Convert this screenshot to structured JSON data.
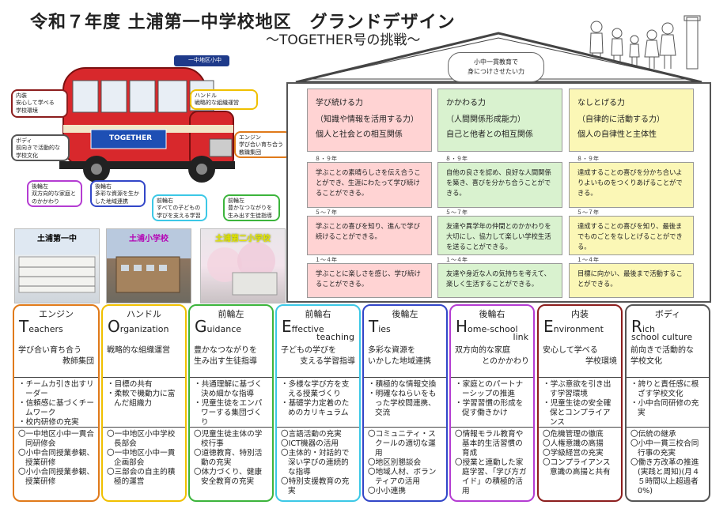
{
  "header": {
    "title": "令和７年度 土浦第一中学校地区　グランドデザイン",
    "subtitle": "～TOGETHER号の挑戦～"
  },
  "bus": {
    "sign": "一中地区小中",
    "side_text": "TOGETHER",
    "callouts": {
      "body": [
        "内装",
        "安心して学べる",
        "学校環境"
      ],
      "handle": [
        "ハンドル",
        "戦略的な組織運営"
      ],
      "boddy": [
        "ボディ",
        "前向きで活動的な",
        "学校文化"
      ],
      "engine": [
        "エンジン",
        "学び合い育ち合う",
        "教職集団"
      ],
      "rear_left": [
        "後輪左",
        "双方向的な家庭と",
        "のかかわり"
      ],
      "rear_right": [
        "後輪右",
        "多彩な資源を生か",
        "した地域連携"
      ],
      "front_right": [
        "前輪右",
        "すべての子どもの",
        "学びを支える学習"
      ],
      "front_left": [
        "前輪左",
        "豊かなつながりを",
        "生み出す生徒指導"
      ]
    }
  },
  "photos": [
    {
      "caption": "土浦第一中",
      "color": "#000000"
    },
    {
      "caption": "土浦小学校",
      "color": "#b400b4"
    },
    {
      "caption": "土浦第二小学校",
      "color": "#e6e600"
    }
  ],
  "house": {
    "roof_label_line1": "小中一貫教育で",
    "roof_label_line2": "身につけさせたい力",
    "capabilities": [
      {
        "title": "学び続ける力",
        "sub": "（知識や情報を活用する力）",
        "desc": "個人と社会との相互関係",
        "color": "#ffd3d3"
      },
      {
        "title": "かかわる力",
        "sub": "（人間関係形成能力）",
        "desc": "自己と他者との相互関係",
        "color": "#d9f2cf"
      },
      {
        "title": "なしとげる力",
        "sub": "（自律的に活動する力）",
        "desc": "個人の自律性と主体性",
        "color": "#fbf7b6"
      }
    ],
    "grade_labels": [
      "８・９年",
      "５～７年",
      "１～４年"
    ],
    "goals": [
      [
        "学ぶことの素晴らしさを伝え合うことができ、生涯にわたって学び続けることができる。",
        "自他の良さを認め、良好な人間関係を築き、喜びを分かち合うことができる。",
        "達成することの喜びを分かち合いよりよいものをつくりあげることができる。"
      ],
      [
        "学ぶことの喜びを知り、進んで学び続けることができる。",
        "友達や異学年の仲間とのかかわりを大切にし、協力して楽しい学校生活を送ることができる。",
        "達成することの喜びを知り、最後までものごとをなしとげることができる。"
      ],
      [
        "学ぶことに楽しさを感じ、学び続けることができる。",
        "友達や身近な人の気持ちを考えて、楽しく生活することができる。",
        "目標に向かい、最後まで活動することができる。"
      ]
    ]
  },
  "columns": [
    {
      "jp": "エンジン",
      "letter": "T",
      "rest": "eachers",
      "color": "#e07a1a",
      "role1": "学び合い育ち合う",
      "role2": "教師集団",
      "bullets": [
        "・チームカ引き出すリーダー",
        "・信頼感に基づくチームワーク",
        "・校内研修の充実"
      ],
      "subs": [
        "〇一中地区小中一貫合同研修会",
        "〇小中合同授業参観、授業研修",
        "〇小小合同授業参観、授業研修"
      ]
    },
    {
      "jp": "ハンドル",
      "letter": "O",
      "rest": "rganization",
      "color": "#f0c000",
      "role1": "戦略的な組織運営",
      "role2": "",
      "bullets": [
        "・目標の共有",
        "・柔軟で機動力に富んだ組織力"
      ],
      "subs": [
        "〇一中地区小中学校長部会",
        "〇一中地区小中一貫企画部会",
        "〇三部会の自主的積極的運営"
      ]
    },
    {
      "jp": "前輪左",
      "letter": "G",
      "rest": "uidance",
      "color": "#3cb43c",
      "role1": "豊かなつながりを",
      "role2": "生み出す生徒指導",
      "bullets": [
        "・共通理解に基づく決め細かな指導",
        "・児童生徒をエンパワーする集団づくり"
      ],
      "subs": [
        "〇児童生徒主体の学校行事",
        "〇道徳教育、特別活動の充実",
        "〇体力づくり、健康安全教育の充実"
      ]
    },
    {
      "jp": "前輪右",
      "letter": "E",
      "rest": "ffective",
      "rest2": "teaching",
      "color": "#3cc8e6",
      "role1": "子どもの学びを",
      "role2": "支える学習指導",
      "bullets": [
        "・多様な学び方を支える授業づくり",
        "・基礎学力定着のためのカリキュラム"
      ],
      "subs": [
        "〇言語活動の充実",
        "〇ICT機器の活用",
        "〇主体的・対話的で深い学びの連続的な指導",
        "〇特別支援教育の充実"
      ]
    },
    {
      "jp": "後輪左",
      "letter": "T",
      "rest": "ies",
      "color": "#3246c8",
      "role1": "多彩な資源を",
      "role2": "いかした地域連携",
      "bullets": [
        "・積極的な情報交換",
        "・明確なねらいをもった学校間連携、交流"
      ],
      "subs": [
        "〇コミュニティ・スクールの適切な運用",
        "〇地区別懇談会",
        "〇地域人材、ボランティアの活用",
        "〇小小連携"
      ]
    },
    {
      "jp": "後輪右",
      "letter": "H",
      "rest": "ome-school",
      "rest2": "link",
      "color": "#b43cd2",
      "role1": "双方向的な家庭",
      "role2": "とのかかわり",
      "bullets": [
        "・家庭とのパートナーシップの推進",
        "・学習習慣の形成を促す働きかけ"
      ],
      "subs": [
        "〇情報モラル教育や基本的生活習慣の育成",
        "〇授業と連動した家庭学習、「学び方ガイド」の積極的活用"
      ]
    },
    {
      "jp": "内装",
      "letter": "E",
      "rest": "nvironment",
      "color": "#8c1e1e",
      "role1": "安心して学べる",
      "role2": "学校環境",
      "bullets": [
        "・学ぶ意欲を引き出す学習環境",
        "・児童生徒の安全確保とコンプライアンス"
      ],
      "subs": [
        "〇危機管理の徹底",
        "〇人権意識の高揚",
        "〇学級経営の充実",
        "〇コンプライアンス意識の高揚と共有"
      ]
    },
    {
      "jp": "ボディ",
      "letter": "R",
      "rest": "ich",
      "rest2": "school culture",
      "color": "#555555",
      "role1": "前向きで活動的な",
      "role2": "学校文化",
      "bullets": [
        "・誇りと責任感に根ざす学校文化",
        "・小中合同研修の充実"
      ],
      "subs": [
        "〇伝統の継承",
        "〇小中一貫三校合同行事の充実",
        "〇働き方改革の推進(実践と周知)(月４５時間以上超過者0%)"
      ]
    }
  ]
}
